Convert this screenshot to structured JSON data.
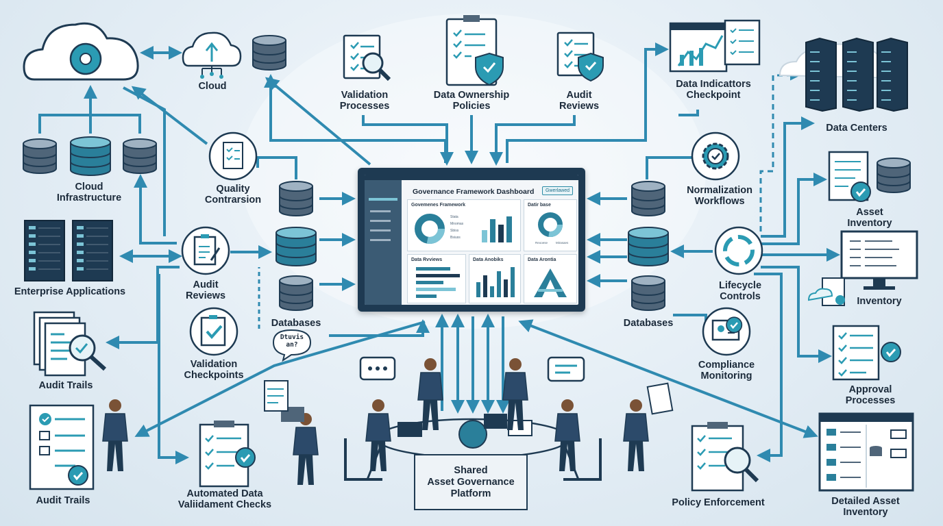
{
  "labels": {
    "cloud": "Cloud",
    "cloud_infrastructure": "Cloud\nInfrastructure",
    "enterprise_applications": "Enterprise Applications",
    "audit_trails_1": "Audit Trails",
    "audit_trails_2": "Audit Trails",
    "quality_comparison": "Quality\nContrarsion",
    "audit_reviews_left": "Audit\nReviews",
    "validation_checkpoints": "Validation\nCheckpoints",
    "databases_left": "Databases",
    "databases_right": "Databases",
    "validation_processes": "Validation\nProcesses",
    "data_ownership_policies": "Data Ownership\nPolicies",
    "audit_reviews_top": "Audit\nReviews",
    "data_indicators_checkpoint": "Data Indicattors\nCheckpoint",
    "data_centers": "Data Centers",
    "normalization_workflows": "Normalization\nWorkflows",
    "asset_inventory": "Asset Inventory",
    "lifecycle_controls": "Lifecycle\nControls",
    "inventory": "Inventory",
    "compliance_monitoring": "Compliance\nMonitoring",
    "approval_processes": "Approval Processes",
    "policy_enforcement": "Policy Enforcement",
    "detailed_asset_inventory": "Detailed Asset Inventory",
    "automated_data_checks": "Automated Data\nValiidament Checks",
    "shared_platform": "Shared\nAsset Governance\nPlatform",
    "speech_bubble": "Dtuvis\nan?"
  },
  "dashboard": {
    "title": "Governance Framework Dashboard",
    "button": "Gwerlawed",
    "card_framework": "Govemenes Framework",
    "card_database": "Datir base",
    "card_reviews": "Data Rvviews",
    "card_anobiks": "Data Anobiks",
    "card_arontia": "Data Arontia",
    "legend_1": "Stata",
    "legend_2": "Mnomas",
    "legend_3": "Sbiss",
    "legend_4": "Bsiuss",
    "db_legend_1": "Reooese",
    "db_legend_2": "Mirasaes"
  },
  "colors": {
    "arrow": "#2f8ab0",
    "teal": "#2b9bb3",
    "navy": "#1e3a52",
    "db_gray": "#4f6579",
    "db_teal": "#2a7f9a"
  }
}
